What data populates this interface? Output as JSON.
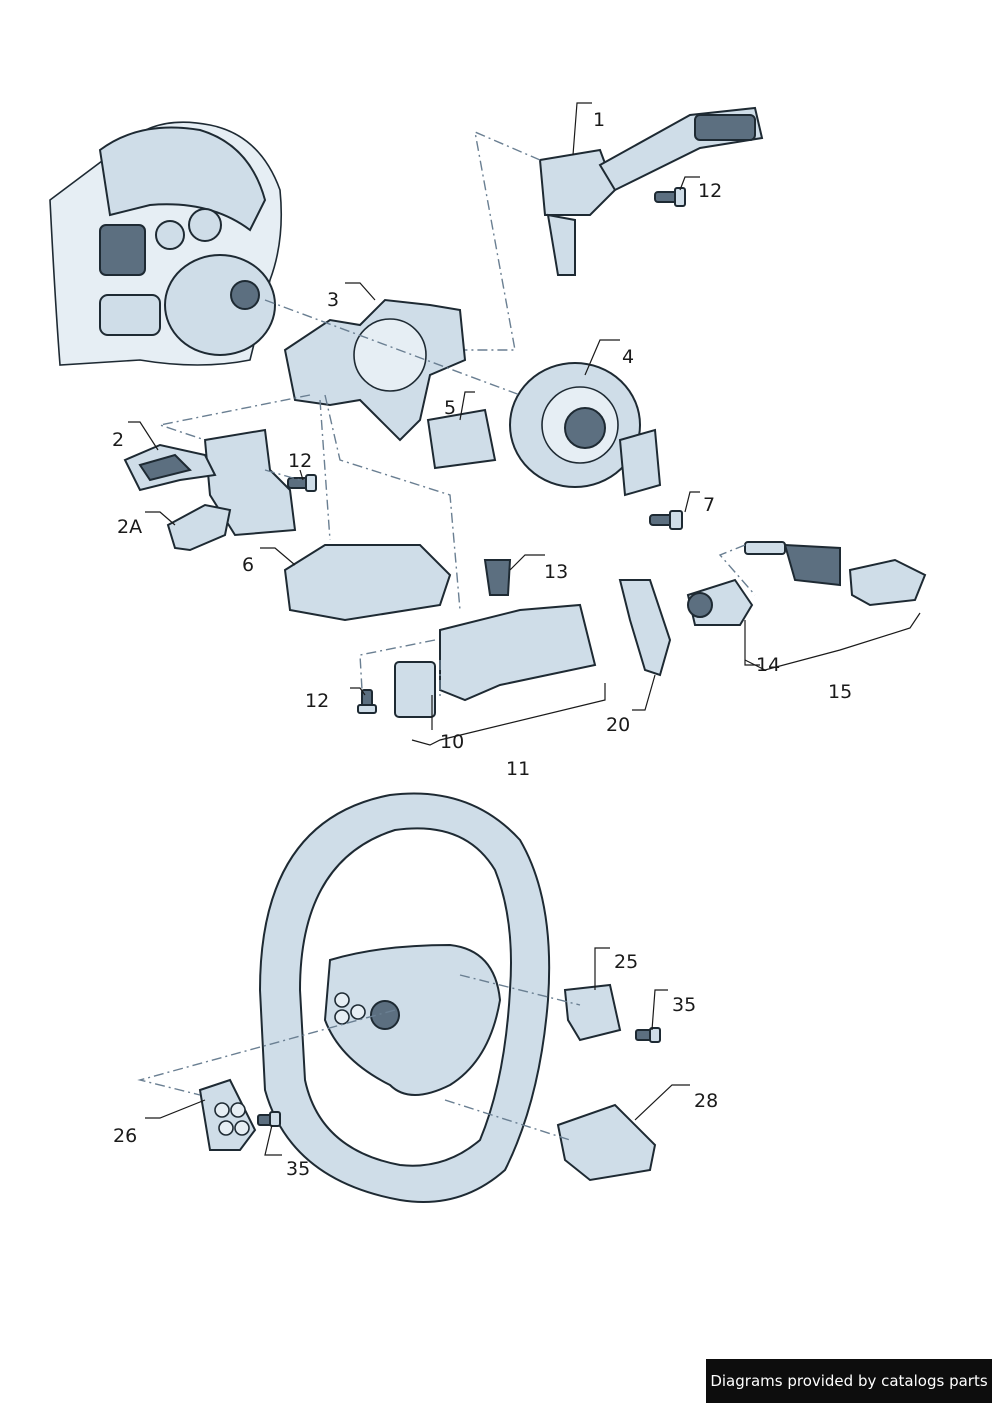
{
  "callouts": {
    "c1": "1",
    "c12a": "12",
    "c3": "3",
    "c4": "4",
    "c5": "5",
    "c2": "2",
    "c12b": "12",
    "c2a": "2A",
    "c7": "7",
    "c6": "6",
    "c13": "13",
    "c14": "14",
    "c15": "15",
    "c12c": "12",
    "c10": "10",
    "c20": "20",
    "c11": "11",
    "c25": "25",
    "c35a": "35",
    "c28": "28",
    "c26": "26",
    "c35b": "35"
  },
  "credit": "Diagrams provided by catalogs parts"
}
